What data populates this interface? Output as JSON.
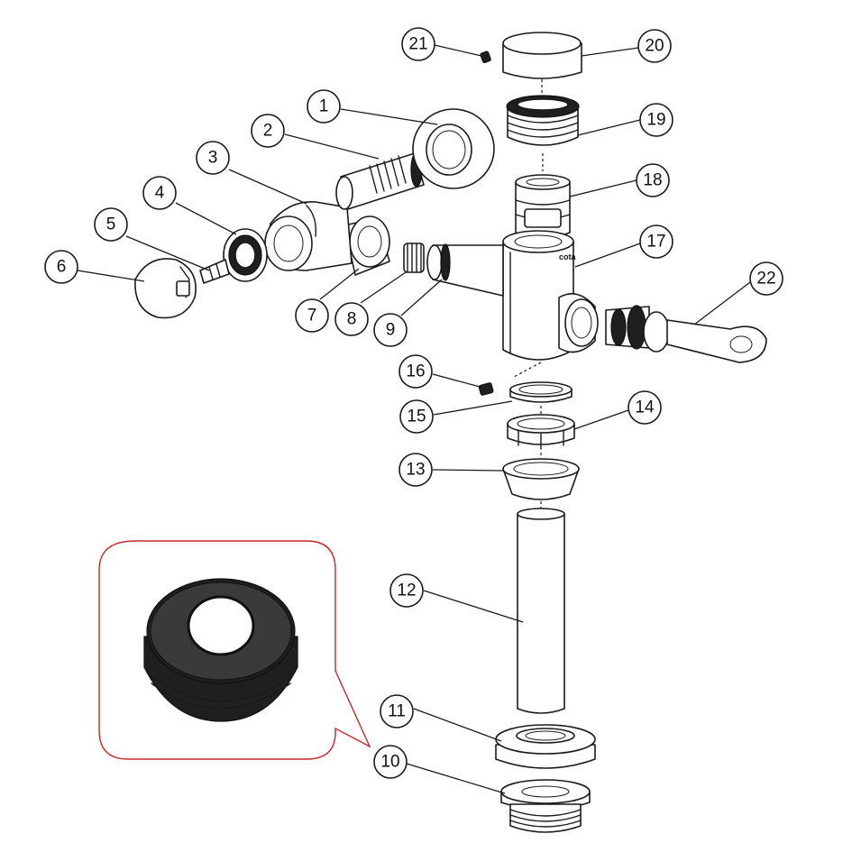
{
  "callouts": [
    "1",
    "2",
    "3",
    "4",
    "5",
    "6",
    "7",
    "8",
    "9",
    "10",
    "11",
    "12",
    "13",
    "14",
    "15",
    "16",
    "17",
    "18",
    "19",
    "20",
    "21",
    "22"
  ],
  "body_mark": "cota",
  "colors": {
    "line": "#1a1a1a",
    "inset_border": "#c62828",
    "rubber": "#1f1f1f"
  },
  "inset": {
    "subject": "rubber-reducer-gasket",
    "linked_part": "10"
  }
}
